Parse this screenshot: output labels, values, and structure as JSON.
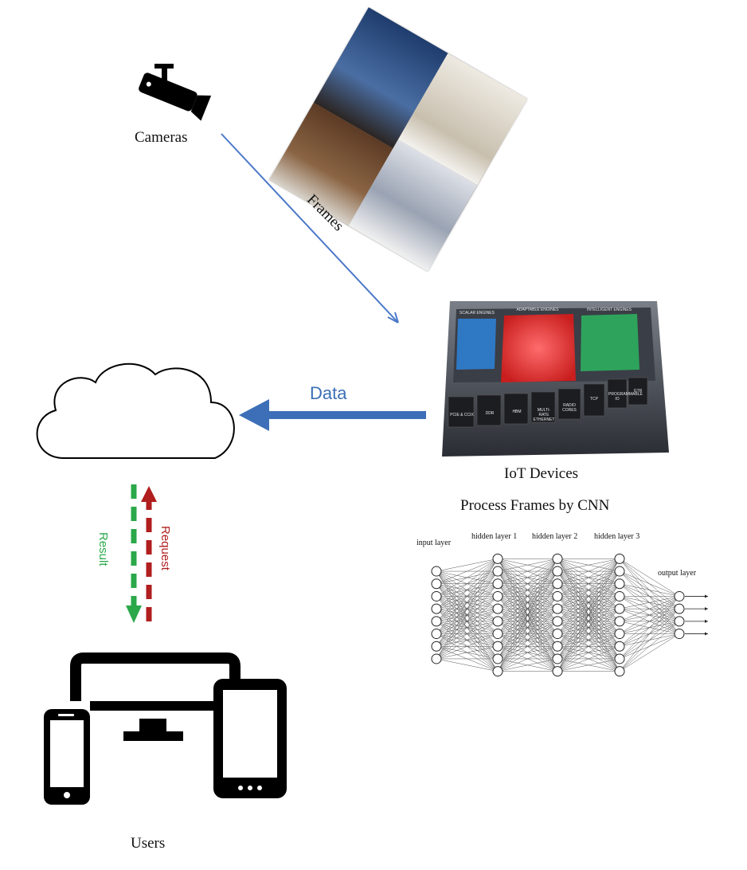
{
  "labels": {
    "cameras": "Cameras",
    "frames": "Frames",
    "data": "Data",
    "iot_devices": "IoT Devices",
    "process_frames": "Process Frames by CNN",
    "request": "Request",
    "result": "Result",
    "users": "Users"
  },
  "nn_labels": {
    "input": "input layer",
    "hidden1": "hidden layer 1",
    "hidden2": "hidden layer 2",
    "hidden3": "hidden layer 3",
    "output": "output layer"
  },
  "nn_layers": [
    8,
    10,
    10,
    10,
    4
  ],
  "chip_blocks": {
    "bottom": [
      "PCIE & CCIX",
      "DDR",
      "HBM",
      "MULTI-RATE ETHERNET",
      "RADIO CORES",
      "TCP",
      "PROGRAMMABLE IO",
      "GTR"
    ],
    "top": [
      "SCALAR ENGINES",
      "ADAPTABLE ENGINES",
      "INTELLIGENT ENGINES"
    ]
  },
  "colors": {
    "data_arrow": "#3c6fb7",
    "request_arrow": "#b01e1e",
    "result_arrow": "#2aa84a",
    "icon": "#000000"
  }
}
